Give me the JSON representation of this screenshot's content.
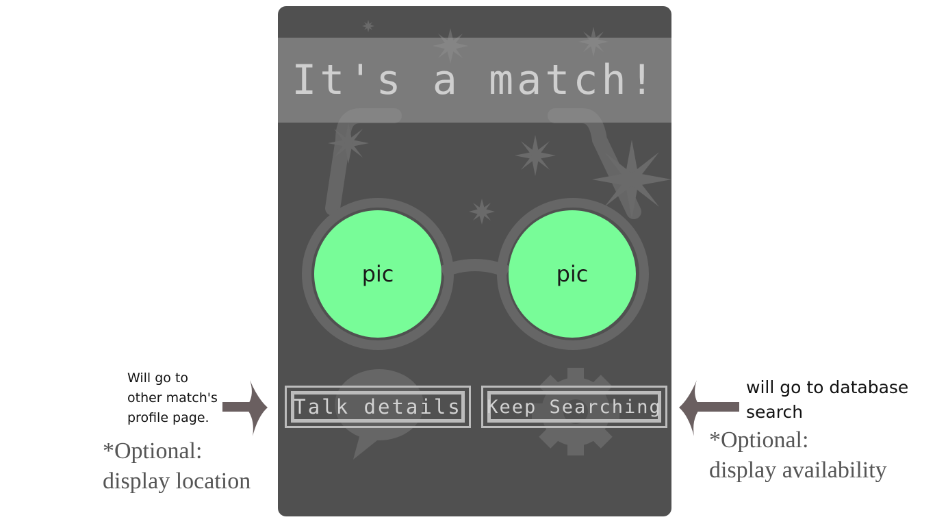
{
  "screen": {
    "title": "It's a match!",
    "pic_left": "pic",
    "pic_right": "pic",
    "buttons": {
      "talk_details": "Talk details",
      "keep_searching": "Keep Searching"
    }
  },
  "annotations": {
    "left_note": [
      "Will go to",
      "other match's",
      "profile page."
    ],
    "left_optional": [
      "*Optional:",
      "display location"
    ],
    "right_note": [
      "will go to database",
      "search"
    ],
    "right_optional": [
      "*Optional:",
      "display availability"
    ]
  },
  "colors": {
    "phone_bg": "#505050",
    "pic_fill": "#78fc98",
    "glasses": "#666666",
    "arrow": "#6a5f60"
  },
  "icons": {
    "background": [
      "glasses-icon",
      "flower-icon",
      "speech-bubble-icon",
      "gear-icon"
    ],
    "annotation": [
      "arrow-right-icon",
      "arrow-left-icon"
    ]
  }
}
